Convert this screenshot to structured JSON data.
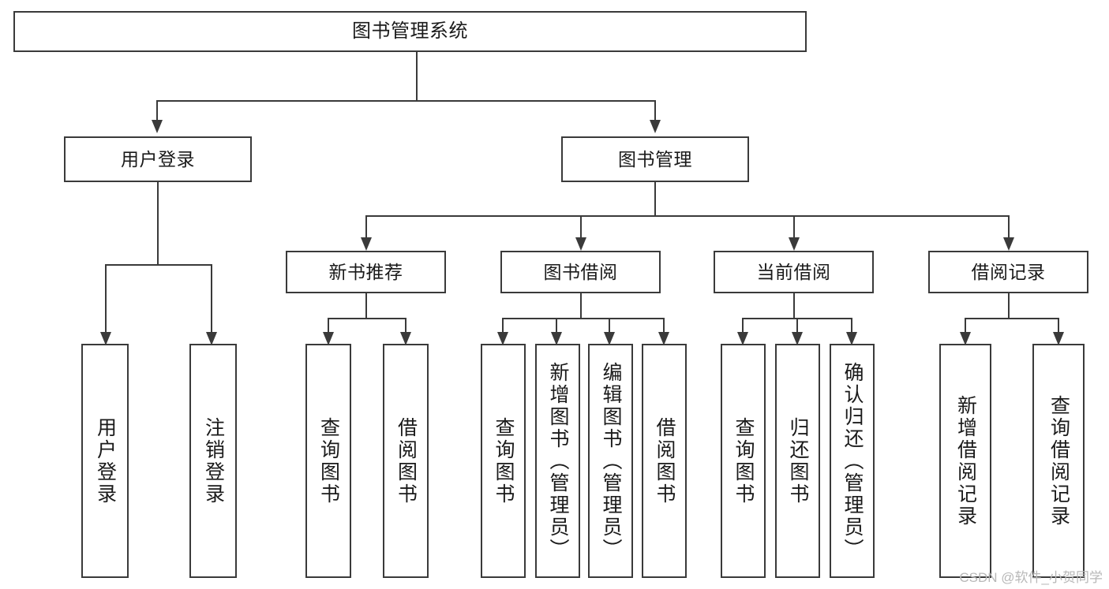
{
  "diagram": {
    "title": "图书管理系统",
    "root": {
      "label": "图书管理系统"
    },
    "level2": [
      {
        "label": "用户登录"
      },
      {
        "label": "图书管理"
      }
    ],
    "level3": [
      {
        "label": "新书推荐"
      },
      {
        "label": "图书借阅"
      },
      {
        "label": "当前借阅"
      },
      {
        "label": "借阅记录"
      }
    ],
    "leaves": [
      {
        "label": "用户登录",
        "parent": "用户登录"
      },
      {
        "label": "注销登录",
        "parent": "用户登录"
      },
      {
        "label": "查询图书",
        "parent": "新书推荐"
      },
      {
        "label": "借阅图书",
        "parent": "新书推荐"
      },
      {
        "label": "查询图书",
        "parent": "图书借阅"
      },
      {
        "label": "新增图书（管理员）",
        "parent": "图书借阅"
      },
      {
        "label": "编辑图书（管理员）",
        "parent": "图书借阅"
      },
      {
        "label": "借阅图书",
        "parent": "图书借阅"
      },
      {
        "label": "查询图书",
        "parent": "当前借阅"
      },
      {
        "label": "归还图书",
        "parent": "当前借阅"
      },
      {
        "label": "确认归还（管理员）",
        "parent": "当前借阅"
      },
      {
        "label": "新增借阅记录",
        "parent": "借阅记录"
      },
      {
        "label": "查询借阅记录",
        "parent": "借阅记录"
      }
    ]
  },
  "watermark": {
    "text": "CSDN @软件_小贺同学"
  },
  "colors": {
    "stroke": "#3a3a3a",
    "background": "#ffffff",
    "text": "#1a1a1a",
    "watermark": "#b8b8b8"
  }
}
